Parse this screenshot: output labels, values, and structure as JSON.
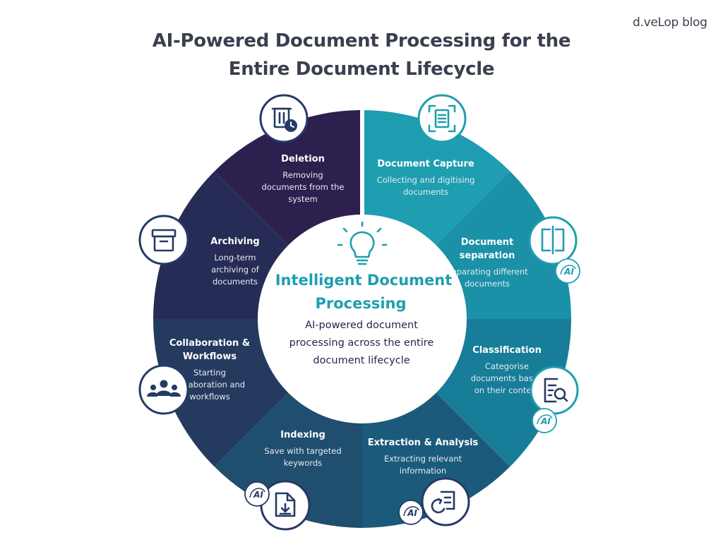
{
  "brand": "d.veLop blog",
  "title": {
    "line1": "AI-Powered Document Processing for the",
    "line2": "Entire Document Lifecycle"
  },
  "center": {
    "title_line1": "Intelligent Document",
    "title_line2": "Processing",
    "subtitle_line1": "AI-powered document",
    "subtitle_line2": "processing across the entire",
    "subtitle_line3": "document lifecycle",
    "icon": "lightbulb-icon"
  },
  "ai_badge_text": "AI",
  "colors": {
    "deletion": "#2d1f4e",
    "capture": "#1e9eb0",
    "separation": "#1a91a7",
    "classification": "#177d98",
    "extraction": "#1b5a7a",
    "indexing": "#1f4e6e",
    "collaboration": "#243a5e",
    "archiving": "#262c55",
    "accent_teal": "#1e9eb0",
    "navy": "#253a66"
  },
  "segments": [
    {
      "key": "deletion",
      "title_lines": [
        "Deletion"
      ],
      "desc_lines": [
        "Removing",
        "documents from the",
        "system"
      ],
      "icon": "delete-archive-clock-icon",
      "ai": false
    },
    {
      "key": "capture",
      "title_lines": [
        "Document Capture"
      ],
      "desc_lines": [
        "Collecting and digitising",
        "documents"
      ],
      "icon": "scan-document-icon",
      "ai": false
    },
    {
      "key": "separation",
      "title_lines": [
        "Document",
        "separation"
      ],
      "desc_lines": [
        "Separating different",
        "documents"
      ],
      "icon": "split-document-icon",
      "ai": true
    },
    {
      "key": "classification",
      "title_lines": [
        "Classification"
      ],
      "desc_lines": [
        "Categorise",
        "documents based",
        "on their content"
      ],
      "icon": "document-search-icon",
      "ai": true
    },
    {
      "key": "extraction",
      "title_lines": [
        "Extraction & Analysis"
      ],
      "desc_lines": [
        "Extracting relevant",
        "information"
      ],
      "icon": "document-refresh-icon",
      "ai": true
    },
    {
      "key": "indexing",
      "title_lines": [
        "Indexing"
      ],
      "desc_lines": [
        "Save with targeted",
        "keywords"
      ],
      "icon": "document-download-icon",
      "ai": true
    },
    {
      "key": "collaboration",
      "title_lines": [
        "Collaboration &",
        "Workflows"
      ],
      "desc_lines": [
        "Starting",
        "collaboration and",
        "workflows"
      ],
      "icon": "team-icon",
      "ai": false
    },
    {
      "key": "archiving",
      "title_lines": [
        "Archiving"
      ],
      "desc_lines": [
        "Long-term",
        "archiving of",
        "documents"
      ],
      "icon": "archive-box-icon",
      "ai": false
    }
  ]
}
